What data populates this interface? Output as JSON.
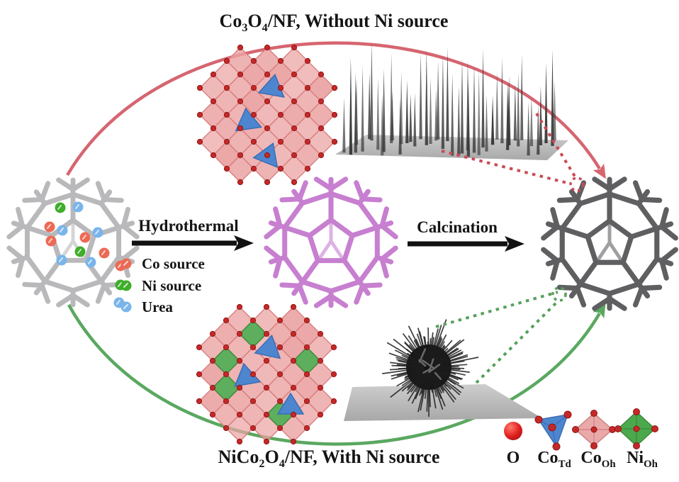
{
  "figure": {
    "background": "#ffffff",
    "top_route": {
      "formula_pre": "Co",
      "formula_sub1": "3",
      "formula_mid": "O",
      "formula_sub2": "4",
      "suffix": "/NF, Without Ni source",
      "arrow_color": "#d66570"
    },
    "bottom_route": {
      "formula_pre": "NiCo",
      "formula_sub1": "2",
      "formula_mid": "O",
      "formula_sub2": "4",
      "suffix": "/NF, With Ni source",
      "arrow_color": "#5aa860"
    },
    "process_steps": {
      "step1": "Hydrothermal",
      "step2": "Calcination"
    },
    "reagent_legend": [
      {
        "label": "Co source",
        "color": "#ec6a55"
      },
      {
        "label": "Ni source",
        "color": "#3fae2a"
      },
      {
        "label": "Urea",
        "color": "#7ab5ea"
      }
    ],
    "unit_legend": [
      {
        "label": "O",
        "sub": "",
        "color": "#cc1f1f",
        "shape": "sphere"
      },
      {
        "label": "Co",
        "sub": "Td",
        "color": "#4d86cf",
        "shape": "tetrahedron"
      },
      {
        "label": "Co",
        "sub": "Oh",
        "color": "#e8a0a0",
        "shape": "octahedron"
      },
      {
        "label": "Ni",
        "sub": "Oh",
        "color": "#4ca84c",
        "shape": "octahedron"
      }
    ],
    "structures": {
      "precursor_cage_color": "#b9b9bc",
      "intermediate_cage_color": "#c77fd0",
      "product_cage_color": "#5f5f62",
      "dashed_link_red": "#cc4a55",
      "dashed_link_green": "#57a05a"
    }
  }
}
